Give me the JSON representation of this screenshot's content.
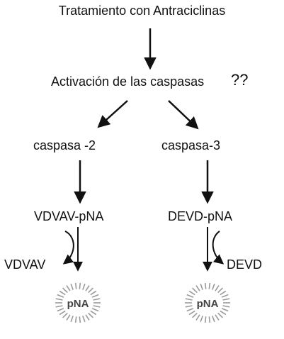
{
  "diagram": {
    "title": "Tratamiento con Antraciclinas",
    "activation": {
      "text": "Activación de las caspasas",
      "question": "??"
    },
    "branches": [
      {
        "enzyme": "caspasa -2",
        "substrate": "VDVAV-pNA",
        "peptide": "VDVAV",
        "product": "pNA"
      },
      {
        "enzyme": "caspasa-3",
        "substrate": "DEVD-pNA",
        "peptide": "DEVD",
        "product": "pNA"
      }
    ],
    "colors": {
      "line": "#111111",
      "burst": "#9a9a9a",
      "product_text": "#444444"
    }
  }
}
